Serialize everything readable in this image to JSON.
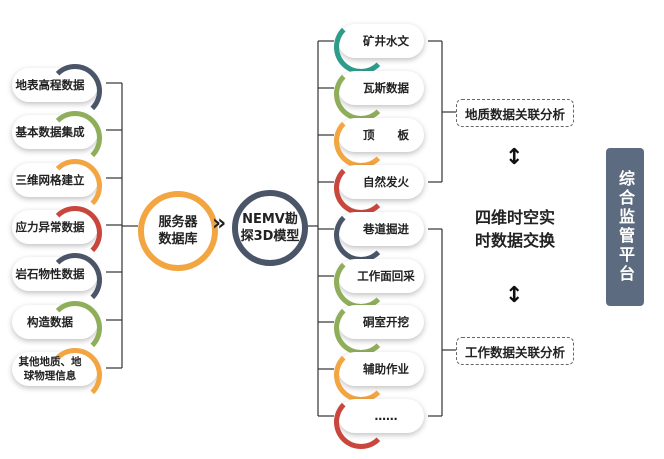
{
  "left_items": [
    {
      "label": "地表高程数据",
      "color": "#4a5568"
    },
    {
      "label": "基本数据集成",
      "color": "#8fae5a"
    },
    {
      "label": "三维网格建立",
      "color": "#f2a541"
    },
    {
      "label": "应力异常数据",
      "color": "#c9463d"
    },
    {
      "label": "岩石物性数据",
      "color": "#4a5568"
    },
    {
      "label": "构造数据",
      "color": "#8fae5a"
    },
    {
      "label": "其他地质、地\n球物理信息",
      "color": "#f2a541"
    }
  ],
  "server_db": {
    "label": "服务器\n数据库",
    "color": "#f2a541"
  },
  "chevrons": "»",
  "nemv": {
    "label": "NEMV勘\n探3D模型",
    "color": "#4a5568"
  },
  "right_items": [
    {
      "label": "矿井水文",
      "color": "#2e9c8a"
    },
    {
      "label": "瓦斯数据",
      "color": "#8fae5a"
    },
    {
      "label": "顶　　板",
      "color": "#f2a541"
    },
    {
      "label": "自然发火",
      "color": "#c9463d"
    },
    {
      "label": "巷道掘进",
      "color": "#4a5568"
    },
    {
      "label": "工作面回采",
      "color": "#8fae5a"
    },
    {
      "label": "硐室开挖",
      "color": "#8fae5a"
    },
    {
      "label": "辅助作业",
      "color": "#f2a541"
    },
    {
      "label": "……",
      "color": "#c9463d"
    }
  ],
  "geo_analysis": "地质数据关联分析",
  "work_analysis": "工作数据关联分析",
  "center_text": "四维时空实\n时数据交换",
  "platform": "综合监管平台",
  "arrow_symbol": "↕"
}
